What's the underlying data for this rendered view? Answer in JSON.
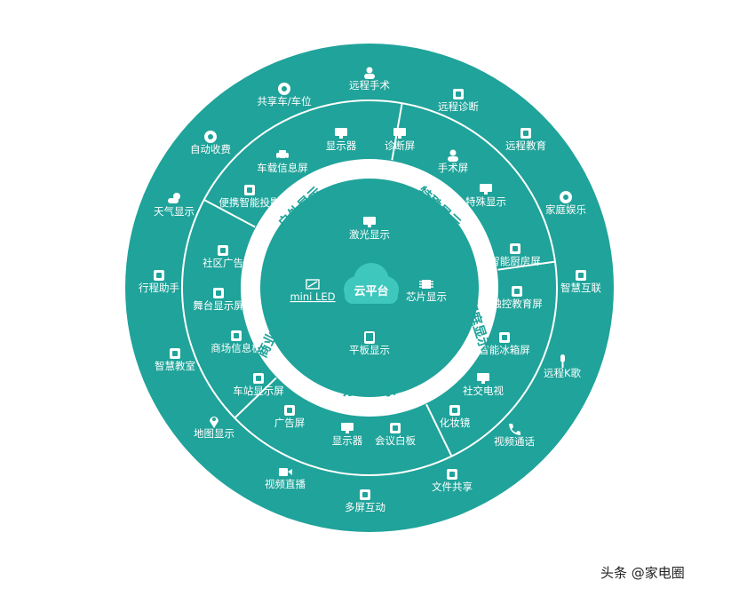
{
  "title": "",
  "center": {
    "label": "云平台"
  },
  "inner_items": [
    {
      "label": "激光显示",
      "icon": "monitor-icon"
    },
    {
      "label": "mini LED",
      "icon": "led-panel-icon"
    },
    {
      "label": "芯片显示",
      "icon": "chip-icon"
    },
    {
      "label": "平板显示",
      "icon": "tablet-icon"
    }
  ],
  "sectors": [
    {
      "label": "户外显示"
    },
    {
      "label": "特殊显示"
    },
    {
      "label": "家庭显示"
    },
    {
      "label": "办公显示"
    },
    {
      "label": "商业显示"
    }
  ],
  "middle_items": [
    {
      "label": "显示器",
      "icon": "monitor-icon"
    },
    {
      "label": "车载信息屏",
      "icon": "car-icon"
    },
    {
      "label": "便携智能投影",
      "icon": "projector-icon"
    },
    {
      "label": "诊断屏",
      "icon": "screen-icon"
    },
    {
      "label": "手术屏",
      "icon": "medical-icon"
    },
    {
      "label": "特殊显示",
      "icon": "screen-icon"
    },
    {
      "label": "智能厨房屏",
      "icon": "kitchen-icon"
    },
    {
      "label": "触控教育屏",
      "icon": "touch-icon"
    },
    {
      "label": "智能冰箱屏",
      "icon": "fridge-icon"
    },
    {
      "label": "社交电视",
      "icon": "tv-icon"
    },
    {
      "label": "化妆镜",
      "icon": "mirror-icon"
    },
    {
      "label": "显示器",
      "icon": "monitor-icon"
    },
    {
      "label": "会议白板",
      "icon": "whiteboard-icon"
    },
    {
      "label": "广告屏",
      "icon": "billboard-icon"
    },
    {
      "label": "车站显示屏",
      "icon": "station-icon"
    },
    {
      "label": "商场信息板",
      "icon": "kiosk-icon"
    },
    {
      "label": "舞台显示屏",
      "icon": "stage-icon"
    },
    {
      "label": "社区广告",
      "icon": "poster-icon"
    }
  ],
  "outer_items": [
    {
      "label": "远程手术",
      "icon": "doctor-icon"
    },
    {
      "label": "远程诊断",
      "icon": "diagnosis-icon"
    },
    {
      "label": "远程教育",
      "icon": "teacher-icon"
    },
    {
      "label": "家庭娱乐",
      "icon": "game-icon"
    },
    {
      "label": "智慧互联",
      "icon": "link-icon"
    },
    {
      "label": "远程K歌",
      "icon": "microphone-icon"
    },
    {
      "label": "视频通话",
      "icon": "phone-icon"
    },
    {
      "label": "文件共享",
      "icon": "share-icon"
    },
    {
      "label": "多屏互动",
      "icon": "multiscreen-icon"
    },
    {
      "label": "视频直播",
      "icon": "camera-icon"
    },
    {
      "label": "地图显示",
      "icon": "map-pin-icon"
    },
    {
      "label": "智慧教室",
      "icon": "classroom-icon"
    },
    {
      "label": "行程助手",
      "icon": "calendar-icon"
    },
    {
      "label": "天气显示",
      "icon": "weather-icon"
    },
    {
      "label": "自动收费",
      "icon": "toll-icon"
    },
    {
      "label": "共享车/车位",
      "icon": "parking-icon"
    }
  ],
  "watermark": "头条 @家电圈",
  "colors": {
    "teal": "#1fa39a",
    "white": "#ffffff",
    "text_dark": "#3a3a3a"
  }
}
